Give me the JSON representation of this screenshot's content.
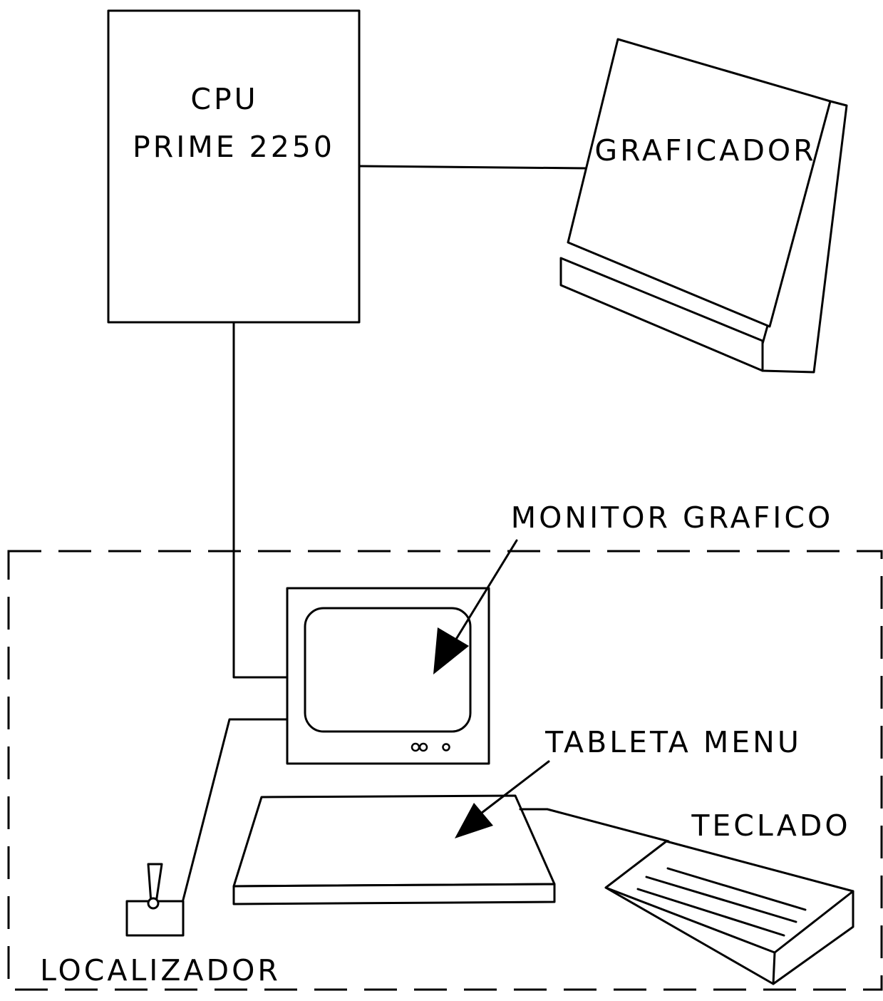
{
  "labels": {
    "cpu_line1": "CPU",
    "cpu_line2": "PRIME 2250",
    "graficador": "GRAFICADOR",
    "monitor": "MONITOR GRAFICO",
    "tableta": "TABLETA MENU",
    "teclado": "TECLADO",
    "localizador": "LOCALIZADOR"
  },
  "colors": {
    "stroke": "#000000",
    "background": "#ffffff"
  }
}
